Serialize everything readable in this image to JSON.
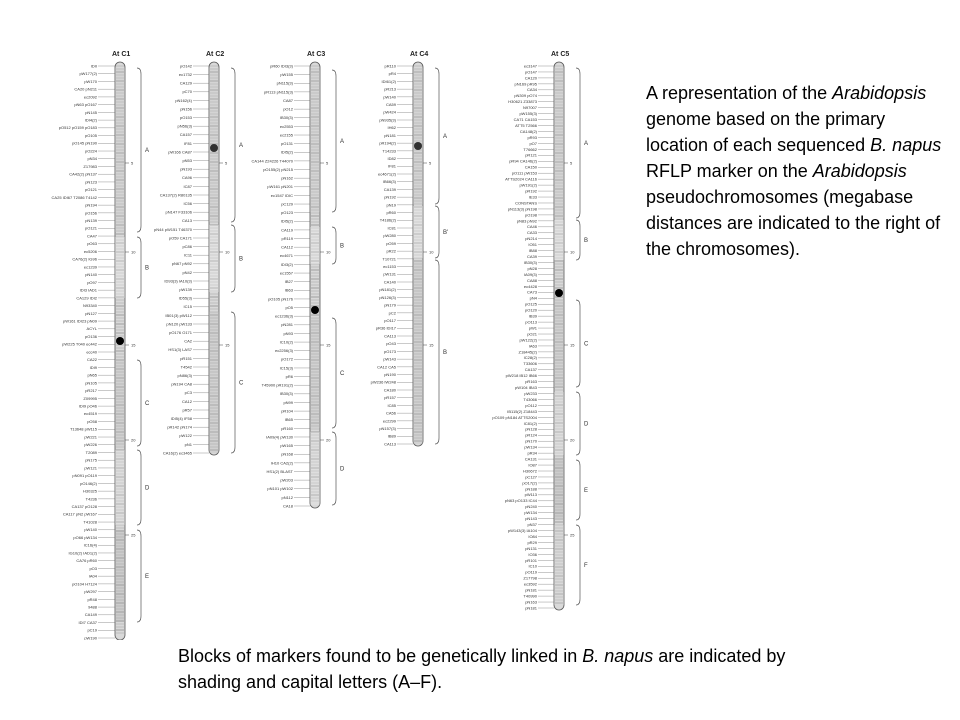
{
  "figure": {
    "chromosomes": [
      {
        "name": "At C1",
        "blocks": [
          "A",
          "B",
          "C",
          "D",
          "E"
        ],
        "mb_ticks": [
          "5",
          "10",
          "15",
          "20",
          "25"
        ],
        "markers": [
          "IDII",
          "pW177(2)",
          "pW170",
          "CA20 pN211",
          "ec2092",
          "pN63 pO167",
          "pN145",
          "IDI4(2)",
          "pO512 pO159 pO183",
          "pO105",
          "pO145 pN190",
          "pO224",
          "pN34",
          "Z17983",
          "CA42(2) pN137",
          "pN123",
          "pO121",
          "CA25 IDI67 T2086 T4142",
          "pN194",
          "pO156",
          "pN139",
          "pO121",
          "CA47",
          "pO63",
          "ec5206",
          "CA76(2) IG96",
          "ec1239",
          "pN140",
          "pO97",
          "IDI3 IAD1",
          "CA129 IDI2",
          "N93340",
          "pN127",
          "pW161 IDI23 pN09",
          "ACYL",
          "pO136",
          "pW225 T040 ec442",
          "ecc40",
          "CA22",
          "IDI9",
          "pN65",
          "pN105",
          "pR217",
          "Z09995",
          "IDI9 pO46",
          "ec4519",
          "pO58",
          "T13648 pW115",
          "pW221",
          "pW226",
          "T2089",
          "pN175",
          "pW121",
          "pN091 pO119",
          "pO146(2)",
          "H30325",
          "T4236",
          "CA137 pO128",
          "CA117 pN2 pW167",
          "T41028",
          "pW140",
          "pO66 pW134",
          "IC16(4)",
          "IG10(2) IAD1(2)",
          "CA76 pR60",
          "pO3",
          "IA04",
          "pO104 H7124",
          "pW297",
          "pR48",
          "9488",
          "CA149",
          "IDI7 CA37",
          "pC19",
          "pW190"
        ]
      },
      {
        "name": "At C2",
        "blocks": [
          "A",
          "B",
          "C"
        ],
        "mb_ticks": [
          "5",
          "10",
          "15"
        ],
        "markers": [
          "pO142",
          "ec1732",
          "CA129",
          "pC70",
          "pN162(4)",
          "pN156",
          "pO153",
          "pN56(3)",
          "CA157",
          "IF81",
          "pW166 CA87",
          "pN53",
          "pN193",
          "CA96",
          "IC87",
          "CA137(2) R80135",
          "IC56",
          "pN147 F33106",
          "CA13",
          "pN44 pW151 T46370",
          "pO59 CA171",
          "pC86",
          "IC11",
          "pN67 pN92",
          "pN42",
          "ID93(3) IA10(3)",
          "pW139",
          "ID55(3)",
          "IC15",
          "IB01(3) pW112",
          "pN120 pW133",
          "pO176 O171",
          "CA2",
          "HS1(3) LAS7",
          "pR151",
          "T4542",
          "pN86(3)",
          "pN194 CA8",
          "pC3",
          "CA12",
          "pR57",
          "IDI5(4) IF58",
          "pR142 pN174",
          "pW122",
          "pN1",
          "CA16(2) ec3465"
        ]
      },
      {
        "name": "At C3",
        "blocks": [
          "A",
          "B",
          "C",
          "D"
        ],
        "mb_ticks": [
          "5",
          "10",
          "15",
          "20"
        ],
        "markers": [
          "pR60 IDI3(3)",
          "pW155",
          "pN115(3)",
          "pR113 pN115(3)",
          "CA87",
          "pO12",
          "IB30(3)",
          "ec2553",
          "ec2155",
          "pO131",
          "IDI5(2)",
          "CA144 Z24226 T44070",
          "pO155(2) pN215",
          "pN162",
          "pW161 pN201",
          "ec1547 IDIC",
          "pC129",
          "pO123",
          "IDI5(2)",
          "CA119",
          "pR119",
          "CA112",
          "ec4671",
          "IDI3(2)",
          "ec1557",
          "IB27",
          "IB63",
          "pO105 pN176",
          "pO5",
          "ec1236(3)",
          "pN281",
          "pN93",
          "IC10(2)",
          "ec2256(3)",
          "pO172",
          "IC15(3)",
          "pR6",
          "T45900 pR191(2)",
          "IB30(3)",
          "pN99",
          "pR104",
          "IB65",
          "pR160",
          "IA09(4) pW130",
          "pW165",
          "pN168",
          "IH10 CA2(2)",
          "HS1(2) BLAST",
          "pW203",
          "pN101 pW102",
          "pN112",
          "CA18"
        ]
      },
      {
        "name": "At C4",
        "blocks": [
          "A",
          "B'",
          "B"
        ],
        "mb_ticks": [
          "5",
          "10",
          "15"
        ],
        "markers": [
          "pR110",
          "pR4",
          "IDI61(2)",
          "pR213",
          "pW140",
          "CA59",
          "pW424",
          "pN935(3)",
          "IH62",
          "pN181",
          "pR194(2)",
          "T14233",
          "ID82",
          "IF81",
          "ec4671(2)",
          "IB66(3)",
          "CA139",
          "pN192",
          "pN19",
          "pR60",
          "T4186(2)",
          "IC81",
          "pW280",
          "pO59",
          "pR22",
          "T10721",
          "ec1153",
          "pW131",
          "CA140",
          "pN181(2)",
          "pN126(3)",
          "pN179",
          "pC2",
          "pO117",
          "pR36 IDI17",
          "CA113",
          "pO43",
          "pO173",
          "pW143",
          "CA12 CA5",
          "pN190",
          "pW236 IW248",
          "CA180",
          "pR157",
          "IC85",
          "CA56",
          "ec2299",
          "pN157(3)",
          "IB89",
          "CA113"
        ]
      },
      {
        "name": "At C5",
        "blocks": [
          "A",
          "B",
          "C",
          "D",
          "E",
          "F"
        ],
        "mb_ticks": [
          "5",
          "10",
          "15",
          "20",
          "25"
        ],
        "markers": [
          "ec3147",
          "pO147",
          "CA120",
          "pN169 pR95",
          "CA34",
          "pN309 pO74",
          "H30621 Z33873",
          "N97007",
          "pW155(3)",
          "CA71 CA153",
          "ATT5 T2566",
          "CA148(2)",
          "pR93",
          "pO7",
          "T76662",
          "pR121",
          "pR94 CA146(2)",
          "CA150",
          "pO111 pW153",
          "ATTS2024 CA116",
          "pW191(2)",
          "pR192",
          "IE33",
          "CONSTANS",
          "pN113(3) pN198",
          "pO198",
          "pN83 pN92",
          "CA46",
          "CA33",
          "pN214",
          "IO51",
          "IB88",
          "CA39",
          "IB30(3)",
          "pN28",
          "IA09(3)",
          "CA88",
          "ec4428",
          "CA73",
          "pN4",
          "pO125",
          "pO120",
          "IB39",
          "pO113",
          "pW1",
          "pO21",
          "pW122(2)",
          "IA63",
          "Z18445(2)",
          "IC28(2)",
          "T33606",
          "CA137",
          "pW218 IB12 IB66",
          "pR163",
          "pW104 IB43",
          "pW233",
          "T43066",
          "pO112",
          "IB115(2) Z18443",
          "pO109 pN184 ATTS2004",
          "IC81(2)",
          "pN128",
          "pR124",
          "pN170",
          "pW134",
          "pR34",
          "CA131",
          "IO87",
          "H30672",
          "pC127",
          "pO17(2)",
          "pN188",
          "pW113",
          "pN63 pO133 IC44",
          "pN240",
          "pW134",
          "pN143",
          "pN37",
          "pW143(3) IA104",
          "IO84",
          "pR29",
          "pN131",
          "IO36",
          "pR101",
          "IC10",
          "pO119",
          "Z17798",
          "ec3592",
          "pN181",
          "T40990",
          "pN163",
          "pN181"
        ]
      }
    ]
  },
  "captions": {
    "right": {
      "p1": "A representation of the ",
      "i1": "Arabidopsis",
      "p2": " genome based on the primary location of each sequenced ",
      "i2": "B. napus",
      "p3": " RFLP marker on the ",
      "i3": "Arabidopsis",
      "p4": " pseudochromosomes (megabase distances are indicated to the right of the chromosomes)."
    },
    "bottom": {
      "p1": "Blocks of markers found to be genetically linked in ",
      "i1": "B. napus",
      "p2": " are indicated by shading and capital letters (A–F)."
    }
  }
}
